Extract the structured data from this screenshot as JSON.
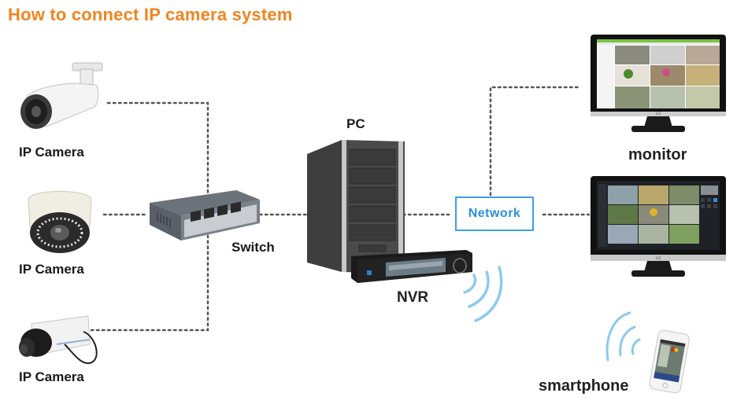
{
  "title": "How to connect IP camera system",
  "colors": {
    "title": "#f0841f",
    "network_border": "#3aa0e8",
    "network_text": "#2a8fdc",
    "wireless": "#8ccaf0",
    "connector": "#555555"
  },
  "devices": {
    "camera_bullet": {
      "label": "IP Camera",
      "icon": "bullet-camera-icon"
    },
    "camera_dome": {
      "label": "IP Camera",
      "icon": "dome-camera-icon"
    },
    "camera_box": {
      "label": "IP Camera",
      "icon": "box-camera-icon"
    },
    "switch": {
      "label": "Switch",
      "icon": "network-switch-icon"
    },
    "pc": {
      "label": "PC",
      "icon": "pc-tower-icon"
    },
    "nvr": {
      "label": "NVR",
      "icon": "nvr-recorder-icon"
    },
    "network": {
      "label": "Network"
    },
    "monitor": {
      "label": "monitor",
      "icon": "monitor-icon"
    },
    "smartphone": {
      "label": "smartphone",
      "icon": "smartphone-icon"
    }
  },
  "connections": [
    {
      "from": "IP Camera (bullet)",
      "to": "Switch",
      "style": "dotted"
    },
    {
      "from": "IP Camera (dome)",
      "to": "Switch",
      "style": "dotted"
    },
    {
      "from": "IP Camera (box)",
      "to": "Switch",
      "style": "dotted"
    },
    {
      "from": "Switch",
      "to": "PC",
      "style": "dotted"
    },
    {
      "from": "PC",
      "to": "Network",
      "style": "dotted"
    },
    {
      "from": "Network",
      "to": "monitor (top)",
      "style": "dotted"
    },
    {
      "from": "Network",
      "to": "monitor (bottom)",
      "style": "dotted"
    },
    {
      "from": "NVR",
      "to": "smartphone",
      "style": "wireless"
    }
  ]
}
